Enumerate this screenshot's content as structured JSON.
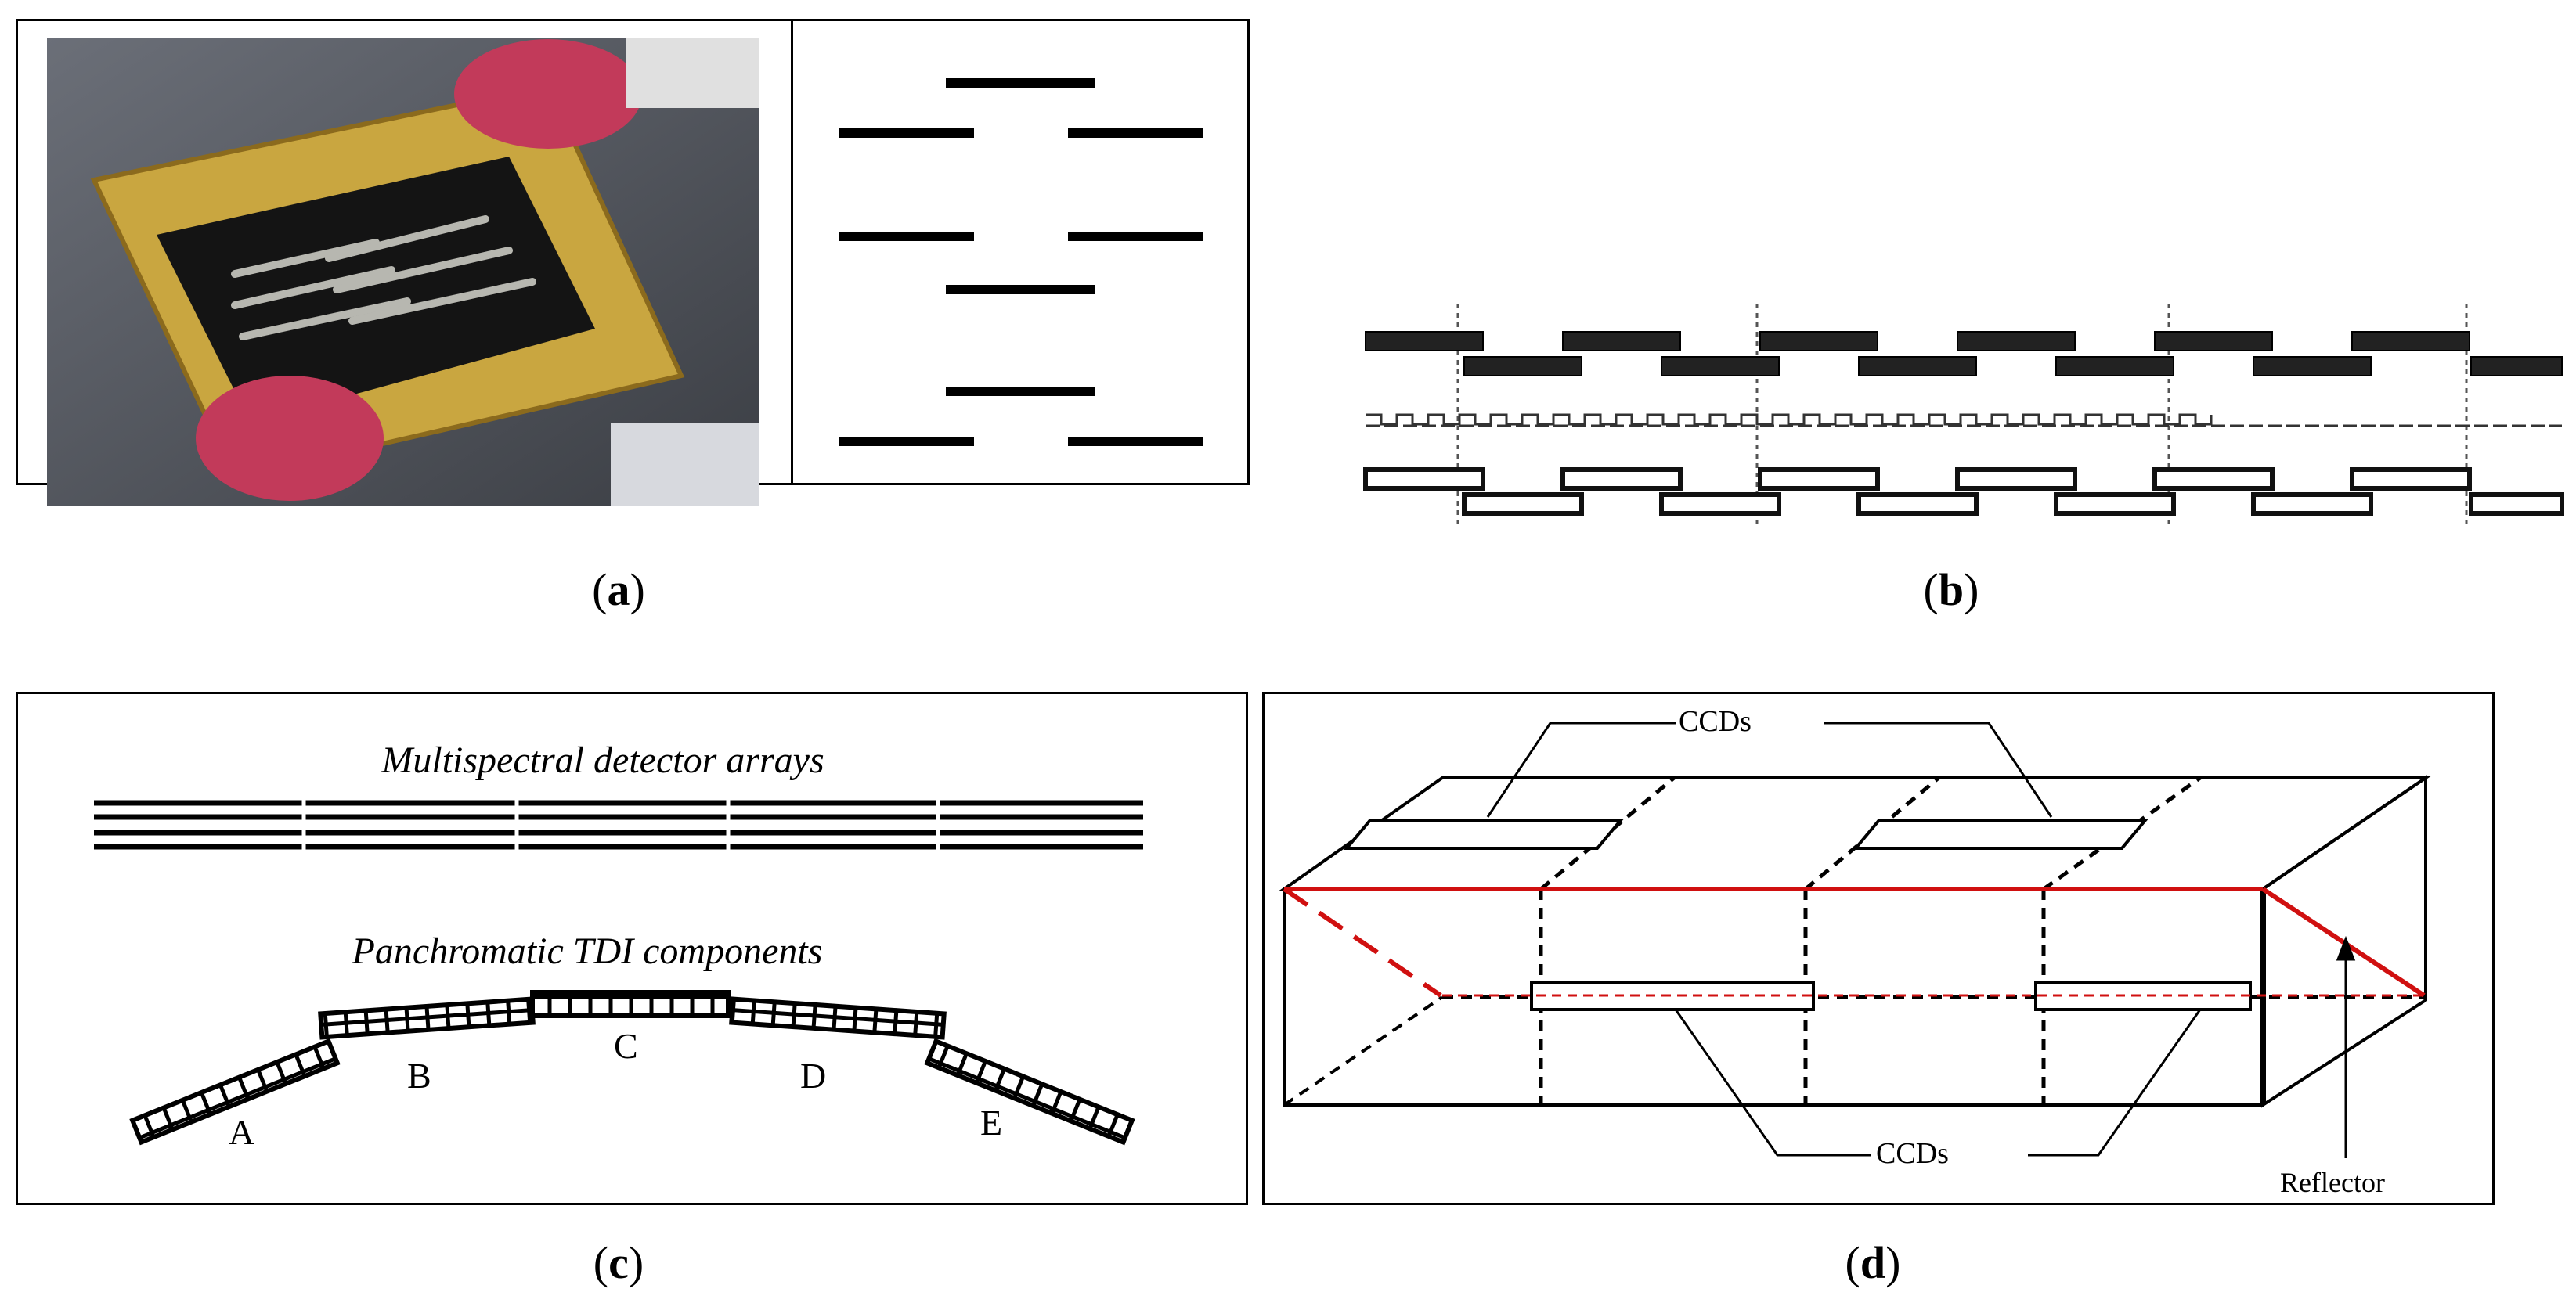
{
  "panels": {
    "a": {
      "caption_letter": "a"
    },
    "b": {
      "caption_letter": "b"
    },
    "c": {
      "caption_letter": "c",
      "title_top": "Multispectral detector arrays",
      "title_bottom": "Panchromatic TDI components",
      "labels": [
        "A",
        "B",
        "C",
        "D",
        "E"
      ]
    },
    "d": {
      "caption_letter": "d",
      "label_top": "CCDs",
      "label_bottom": "CCDs",
      "label_reflector": "Reflector"
    }
  },
  "colors": {
    "line": "#000000",
    "reflector_beam": "#d01010",
    "glove": "#c23a5a",
    "board_gold": "#c9a640",
    "board_black": "#141414"
  },
  "icons": [
    "photo-placeholder"
  ]
}
